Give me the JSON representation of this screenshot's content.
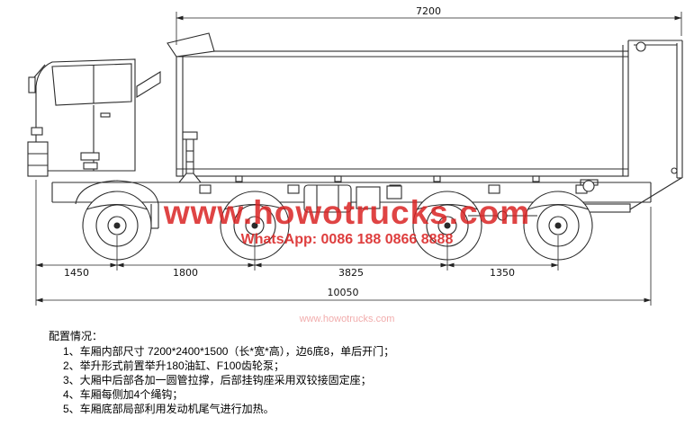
{
  "dimensions": {
    "box_length": "7200",
    "front_overhang": "1450",
    "axle1_to_axle2": "1800",
    "axle2_to_axle3": "3825",
    "axle3_to_axle4": "1350",
    "total_length": "10050"
  },
  "watermark": {
    "site": "www.howotrucks.com",
    "contact": "WhatsApp: 0086 188 0866 8888",
    "small": "www.howotrucks.com",
    "color": "#d92323"
  },
  "notes": {
    "title": "配置情况：",
    "items": [
      "1、车厢内部尺寸 7200*2400*1500（长*宽*高），边6底8，单后开门；",
      "2、举升形式前置举升180油缸、F100齿轮泵；",
      "3、大厢中后部各加一圆管拉撑，后部挂钩座采用双铰接固定座；",
      "4、车厢每侧加4个绳钩；",
      "5、车厢底部局部利用发动机尾气进行加热。"
    ]
  }
}
